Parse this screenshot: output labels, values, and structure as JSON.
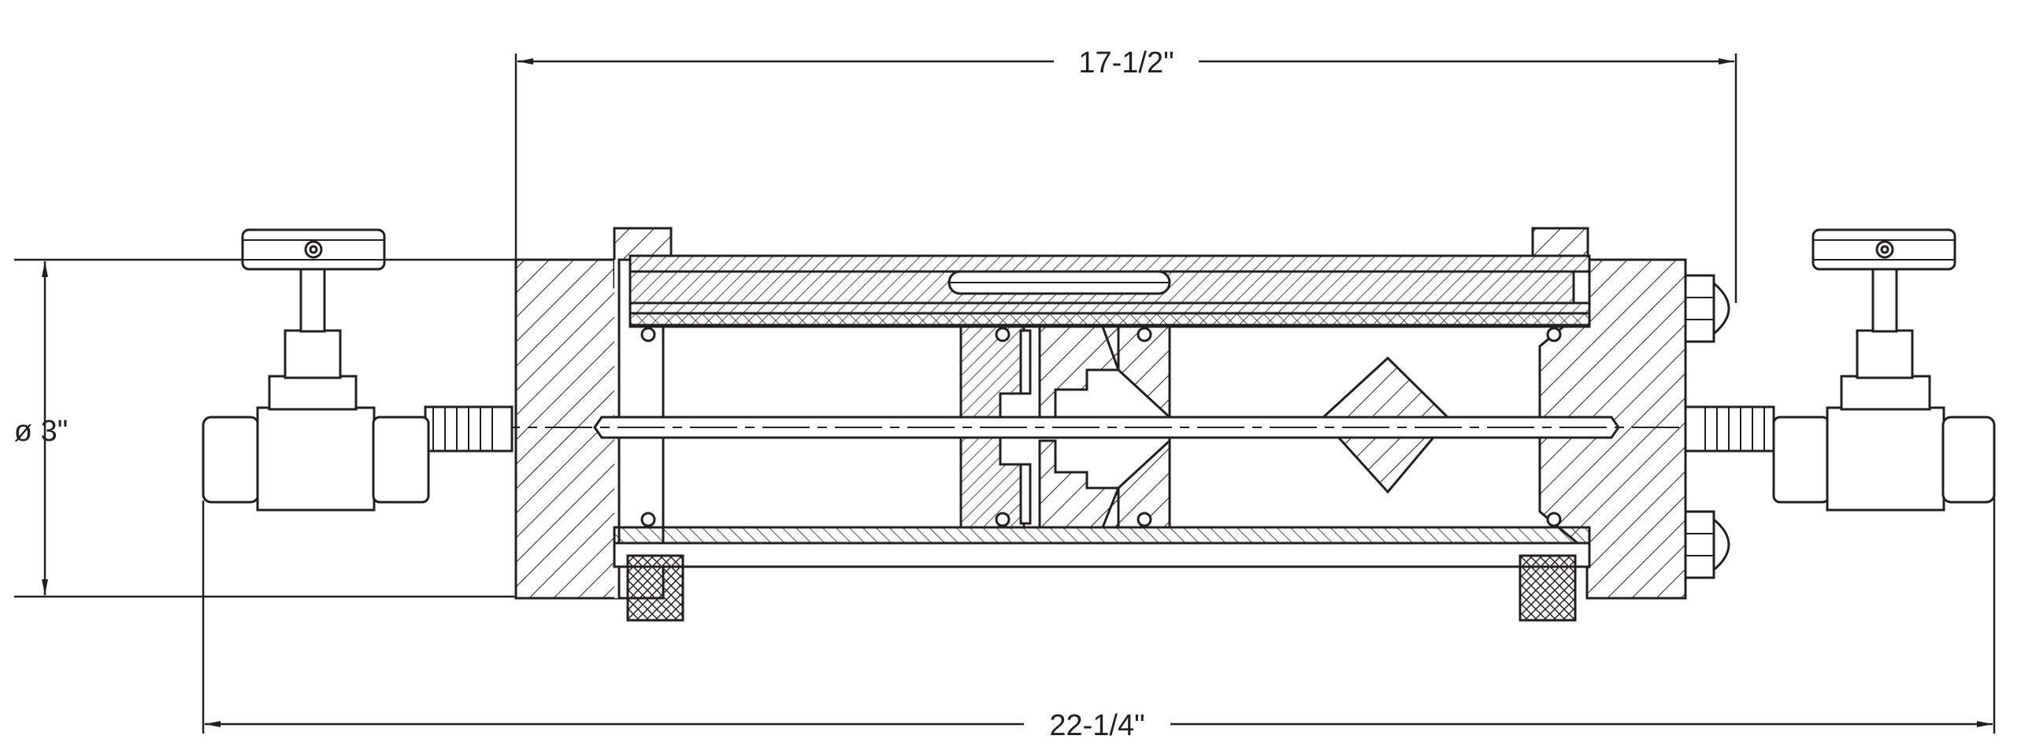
{
  "dimensions": {
    "length": "17-1/2\"",
    "overall_length": "22-1/4\"",
    "diameter": "ø 3\""
  },
  "colors": {
    "line": "#231f20",
    "fill": "#ffffff"
  }
}
